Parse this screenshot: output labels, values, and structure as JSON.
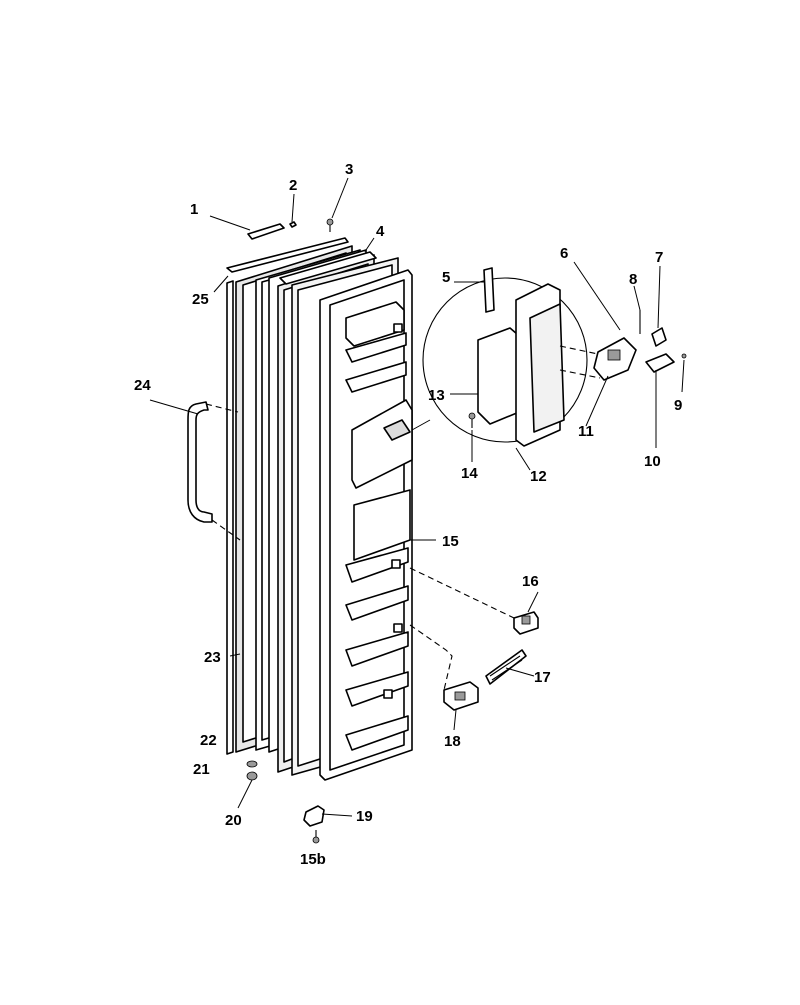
{
  "callouts": [
    "1",
    "2",
    "3",
    "4",
    "5",
    "6",
    "7",
    "8",
    "9",
    "10",
    "11",
    "12",
    "13",
    "14",
    "15",
    "15b",
    "16",
    "17",
    "18",
    "19",
    "20",
    "21",
    "22",
    "23",
    "24",
    "25"
  ]
}
